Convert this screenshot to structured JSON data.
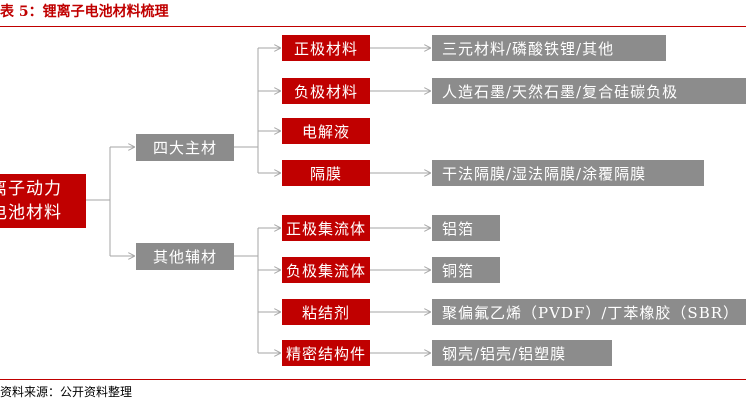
{
  "caption": "表 5：锂离子电池材料梳理",
  "root": {
    "line1": "离子动力",
    "line2": "电池材料"
  },
  "branches": [
    {
      "label": "四大主材",
      "items": [
        {
          "label": "正极材料",
          "detail": "三元材料/磷酸铁锂/其他"
        },
        {
          "label": "负极材料",
          "detail": "人造石墨/天然石墨/复合硅碳负极"
        },
        {
          "label": "电解液",
          "detail": ""
        },
        {
          "label": "隔膜",
          "detail": "干法隔膜/湿法隔膜/涂覆隔膜"
        }
      ]
    },
    {
      "label": "其他辅材",
      "items": [
        {
          "label": "正极集流体",
          "detail": "铝箔"
        },
        {
          "label": "负极集流体",
          "detail": "铜箔"
        },
        {
          "label": "粘结剂",
          "detail": "聚偏氟乙烯（PVDF）/丁苯橡胶（SBR）"
        },
        {
          "label": "精密结构件",
          "detail": "钢壳/铝壳/铝塑膜"
        }
      ]
    }
  ],
  "source": "资料来源：公开资料整理",
  "colors": {
    "red": "#c00000",
    "gray": "#8c8c8c",
    "line": "#a6a6a6"
  }
}
